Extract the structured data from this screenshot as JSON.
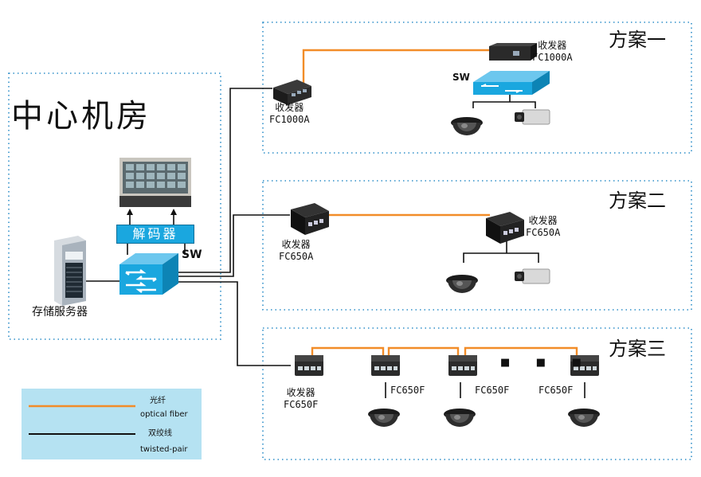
{
  "center": {
    "title": "中心机房",
    "decoder_label": "解码器",
    "switch_label": "SW",
    "server_label": "存储服务器"
  },
  "scheme1": {
    "title": "方案一",
    "left_transceiver": [
      "收发器",
      "FC1000A"
    ],
    "right_transceiver": [
      "收发器",
      "FC1000A"
    ],
    "switch_label": "SW"
  },
  "scheme2": {
    "title": "方案二",
    "left_transceiver": [
      "收发器",
      "FC650A"
    ],
    "right_transceiver": [
      "收发器",
      "FC650A"
    ]
  },
  "scheme3": {
    "title": "方案三",
    "first_transceiver": [
      "收发器",
      "FC650F"
    ],
    "node_labels": [
      "FC650F",
      "FC650F",
      "FC650F"
    ],
    "ellipsis": "■ ■ ■"
  },
  "legend": {
    "fiber_cn": "光纤",
    "fiber_en": "optical fiber",
    "twisted_cn": "双绞线",
    "twisted_en": "twisted-pair"
  },
  "colors": {
    "fiber": "#f28c28",
    "twisted_pair": "#111111",
    "dotted_border": "#2f8fc9",
    "switch_blue": "#1aa7df",
    "legend_bg": "#b5e2f2"
  },
  "icons": {
    "transceiver": "fiber-transceiver-icon",
    "switch": "network-switch-icon",
    "dome_camera": "dome-camera-icon",
    "box_camera": "box-camera-icon",
    "server": "tower-server-icon",
    "video_wall": "video-wall-photo"
  }
}
